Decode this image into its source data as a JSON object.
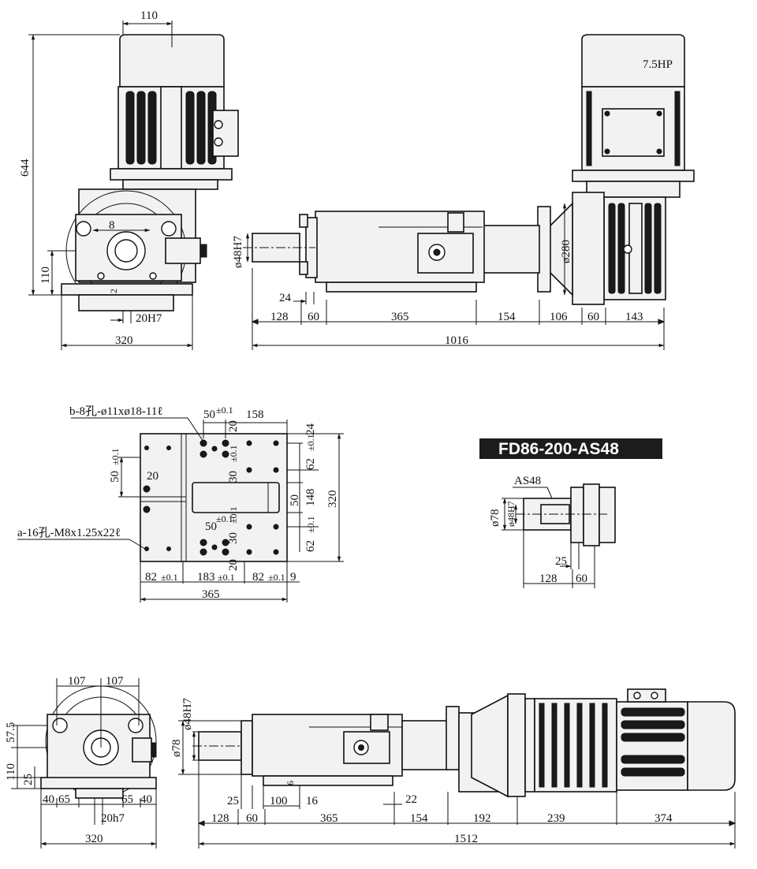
{
  "model_label": "FD86-200-AS48",
  "motor_power": "7.5HP",
  "top_side_view": {
    "d110_top": "110",
    "d644": "644",
    "d8": "8",
    "d110_left": "110",
    "d2": "2",
    "d20h7": "20H7",
    "d320": "320"
  },
  "top_front_view": {
    "dia48h7": "ø48H7",
    "dia280": "ø280",
    "d24": "24",
    "d128": "128",
    "d60a": "60",
    "d365": "365",
    "d154": "154",
    "d106": "106",
    "d60b": "60",
    "d143": "143",
    "d1016": "1016"
  },
  "plate_view": {
    "note_b": "b-8孔-ø11xø18-11ℓ",
    "note_a": "a-16孔-M8x1.25x22ℓ",
    "d50_top": "50",
    "tol_50_top": "±0.1",
    "d158": "158",
    "d20_top": "20",
    "d24": "24",
    "d50_left": "50",
    "tol_50_left": "±0.1",
    "d20_left": "20",
    "d30_top": "30",
    "tol_30_top": "±0.1",
    "d62_top": "62",
    "tol_62_top": "±0.1",
    "d50_right": "50",
    "d148": "148",
    "d320": "320",
    "d50_mid": "50",
    "tol_50_mid": "±0.1",
    "d30_mid": "30",
    "tol_30_mid": "±0.1",
    "d20_bot": "20",
    "d62_bot": "62",
    "tol_62_bot": "±0.1",
    "d82_left": "82",
    "tol_82_left": "±0.1",
    "d183": "183",
    "tol_183": "±0.1",
    "d82_right": "82",
    "tol_82_right": "±0.1",
    "d9": "9",
    "d365": "365"
  },
  "as48_view": {
    "label": "AS48",
    "dia78": "ø78",
    "dia48h7": "ø48H7",
    "d25": "25",
    "d128": "128",
    "d60": "60"
  },
  "bottom_side_view": {
    "d107a": "107",
    "d107b": "107",
    "d57_5": "57.5",
    "d110": "110",
    "d25": "25",
    "d40a": "40",
    "d65a": "65",
    "d65b": "65",
    "d40b": "40",
    "d20h7": "20h7",
    "d320": "320"
  },
  "bottom_front_view": {
    "dia48h7": "ø48H7",
    "dia78": "ø78",
    "d25": "25",
    "d100": "100",
    "d16": "16",
    "d6": "6",
    "d22": "22",
    "d128": "128",
    "d60": "60",
    "d365": "365",
    "d154": "154",
    "d192": "192",
    "d239": "239",
    "d374": "374",
    "d1512": "1512"
  }
}
